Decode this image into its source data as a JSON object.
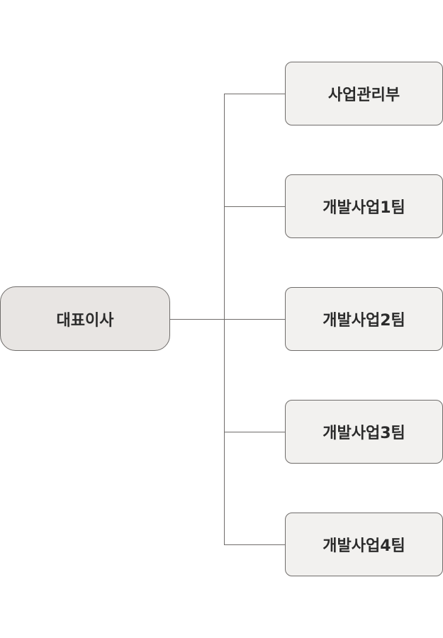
{
  "root": {
    "label": "대표이사"
  },
  "children": [
    {
      "label": "사업관리부"
    },
    {
      "label": "개발사업1팀"
    },
    {
      "label": "개발사업2팀"
    },
    {
      "label": "개발사업3팀"
    },
    {
      "label": "개발사업4팀"
    }
  ],
  "colors": {
    "root_fill": "#e8e5e3",
    "child_fill": "#f2f1ef",
    "line": "#6f6c6a"
  }
}
